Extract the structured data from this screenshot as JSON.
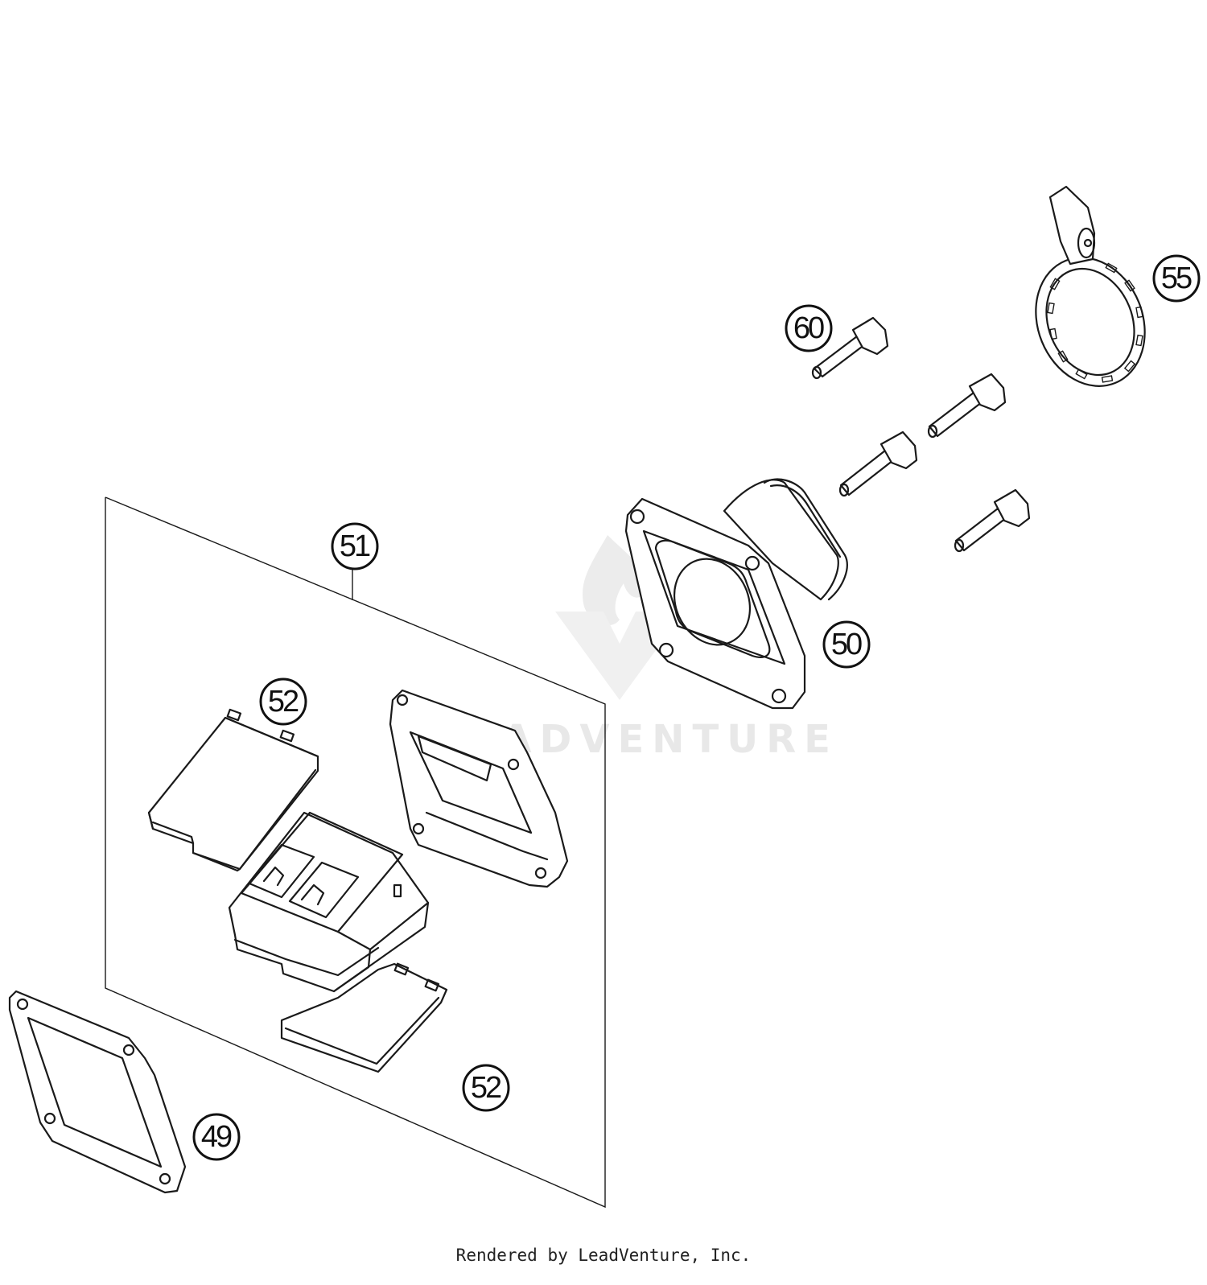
{
  "callouts": [
    {
      "id": "49",
      "label": "49"
    },
    {
      "id": "50",
      "label": "50"
    },
    {
      "id": "51",
      "label": "51"
    },
    {
      "id": "52a",
      "label": "52"
    },
    {
      "id": "52b",
      "label": "52"
    },
    {
      "id": "55",
      "label": "55"
    },
    {
      "id": "60",
      "label": "60"
    }
  ],
  "watermark": {
    "text": "LEADVENTURE"
  },
  "footer": {
    "credit": "Rendered by LeadVenture, Inc."
  }
}
